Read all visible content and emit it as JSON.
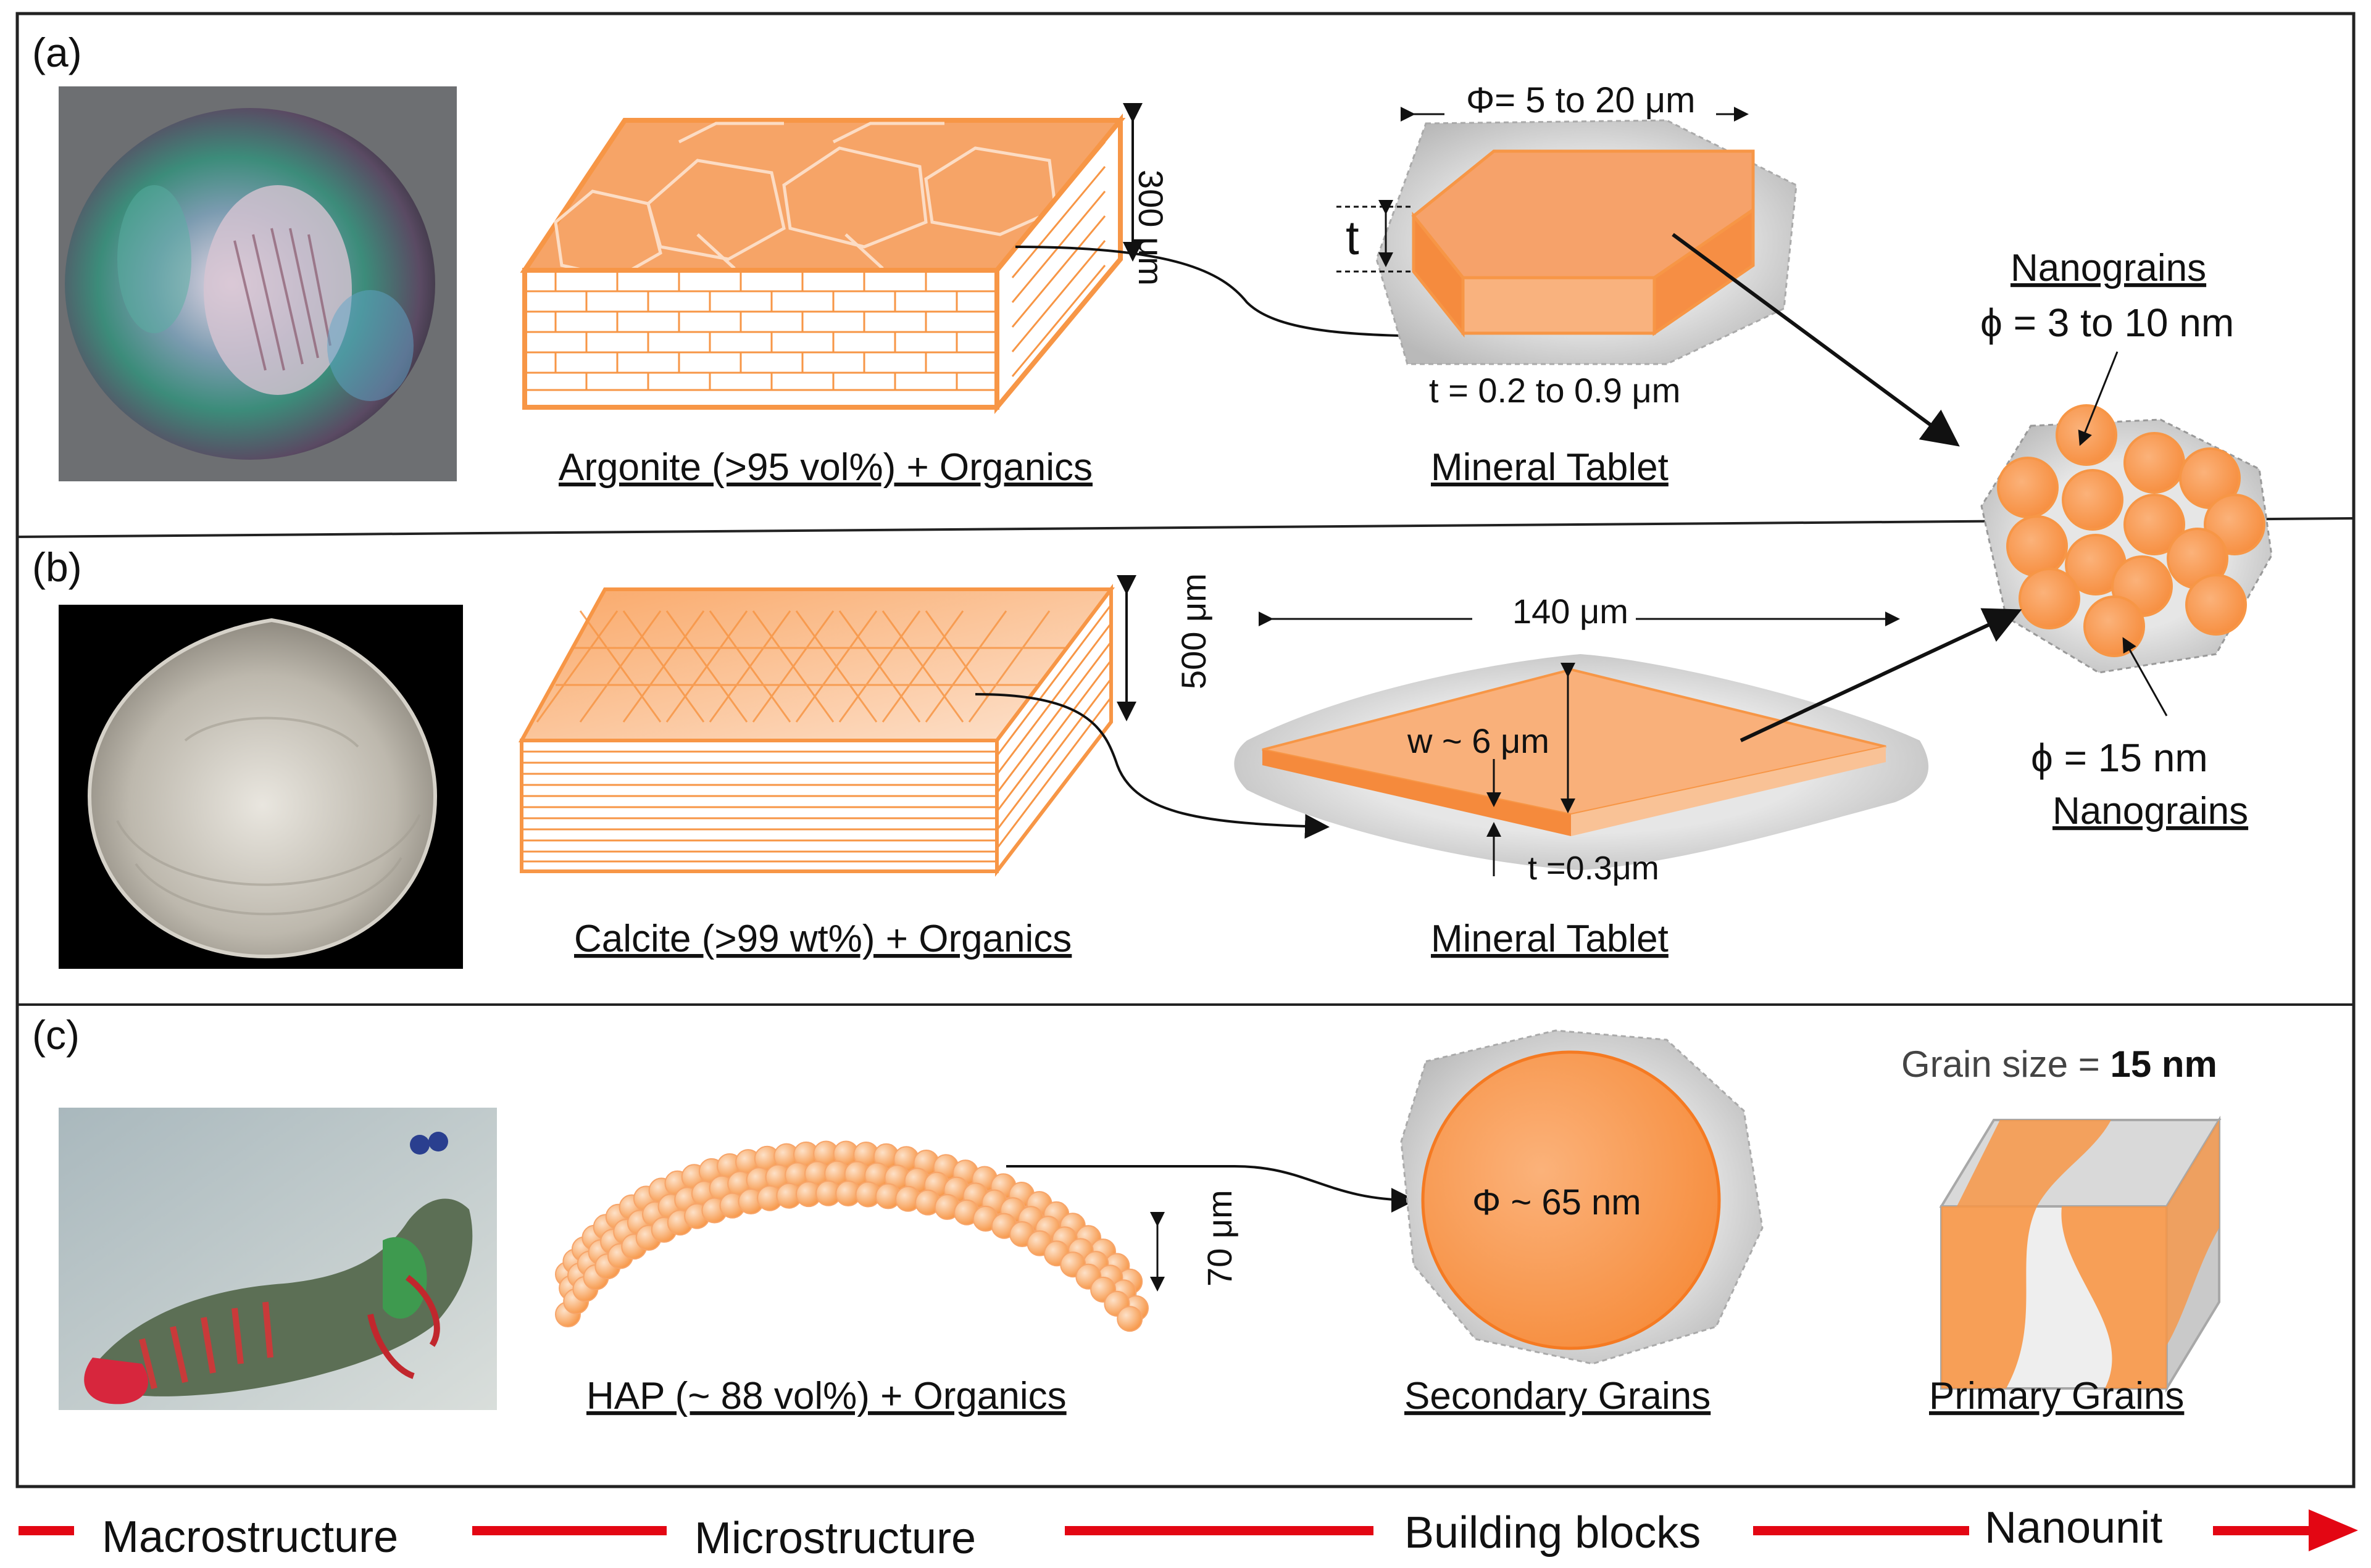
{
  "panels": {
    "a": {
      "tag": "(a)",
      "micro_caption": "Argonite (>95 vol%) + Organics",
      "thickness_label": "300 μm",
      "tablet_caption": "Mineral Tablet",
      "diameter_label": "Φ= 5 to 20 μm",
      "t_symbol": "t",
      "t_range_label": "t = 0.2 to 0.9 μm",
      "nanograins_caption": "Nanograins",
      "nanograins_size": "ϕ = 3 to 10 nm"
    },
    "b": {
      "tag": "(b)",
      "micro_caption": "Calcite (>99 wt%) + Organics",
      "thickness_label": "500 μm",
      "length_label": "140 μm",
      "width_label": "w ~ 6 μm",
      "t_label": "t =0.3μm",
      "tablet_caption": "Mineral Tablet",
      "nanograins_size": "ϕ = 15 nm",
      "nanograins_caption": "Nanograins"
    },
    "c": {
      "tag": "(c)",
      "micro_caption": "HAP (~ 88 vol%) + Organics",
      "thickness_label": "70 μm",
      "secondary_label": "Φ ~ 65 nm",
      "secondary_caption": "Secondary Grains",
      "grain_size_label": "Grain size = ",
      "grain_size_value": "15 nm",
      "primary_caption": "Primary Grains"
    }
  },
  "scale_bar": {
    "macro": "Macrostructure",
    "micro": "Microstructure",
    "blocks": "Building blocks",
    "nano": "Nanounit"
  },
  "colors": {
    "orange": "#f79646",
    "orange_light": "#fbd2b0",
    "grey": "#c8c8c8",
    "arrow_red": "#e30613"
  }
}
